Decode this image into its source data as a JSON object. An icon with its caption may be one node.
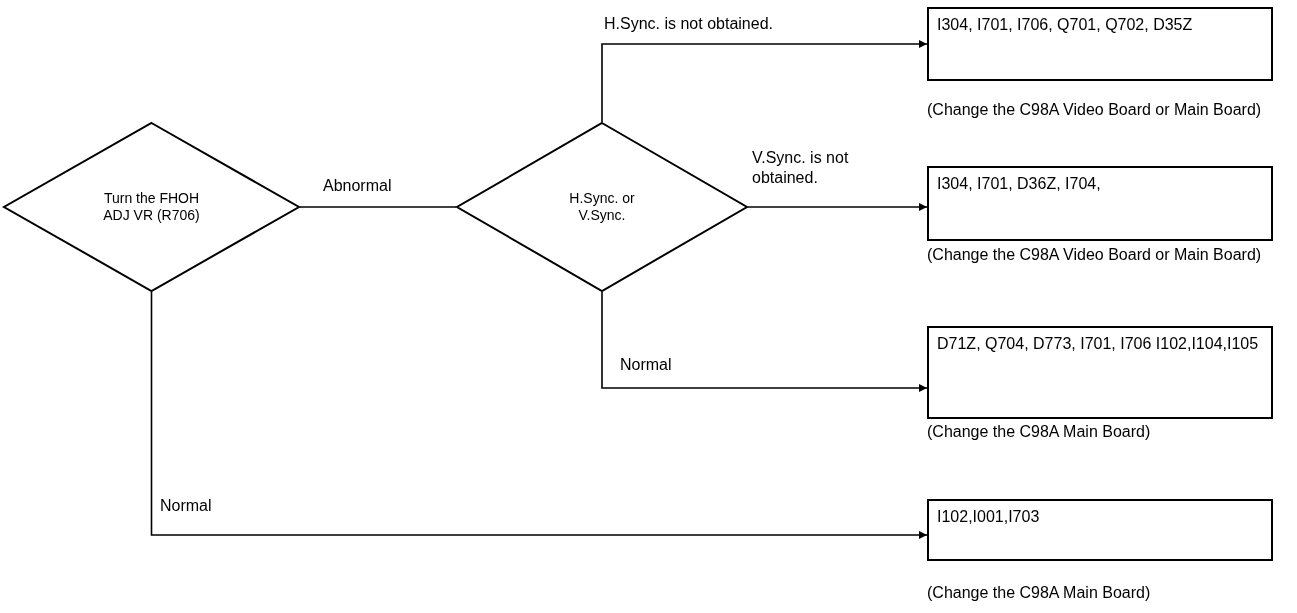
{
  "diagram": {
    "nodes": [
      {
        "text": [
          "Turn the FHOH ADJ VR (R706)"
        ]
      },
      {
        "text": [
          "H.Sync. or V.Sync."
        ]
      },
      {
        "text": [
          "I304, I701, I706, Q701, Q702, D35Z"
        ],
        "beside": [
          "(Change the C98A Video Board or Main Board)"
        ]
      },
      {
        "text": [
          "I304, I701, D36Z, I704,"
        ],
        "beside": [
          "(Change the C98A Video Board or Main Board)"
        ]
      },
      {
        "text": [
          "D71Z, Q704, D773, I701, I706 I102,I104,I105"
        ],
        "beside": [
          "(Change the C98A Main Board)"
        ]
      },
      {
        "text": [
          "I102,I001,I703"
        ],
        "beside": [
          "(Change the C98A Main Board)"
        ]
      }
    ],
    "edges": [
      {
        "from": 0,
        "to": 1,
        "arrow": "none",
        "label": "Abnormal"
      },
      {
        "from": 1,
        "to": 2,
        "arrow": "to",
        "label": "H.Sync. is not obtained."
      },
      {
        "from": 1,
        "to": 3,
        "arrow": "to",
        "label": "V.Sync. is not obtained."
      },
      {
        "from": 1,
        "to": 4,
        "arrow": "to",
        "label": "Normal"
      },
      {
        "from": 0,
        "to": 5,
        "arrow": "to",
        "label": "Normal"
      }
    ]
  }
}
